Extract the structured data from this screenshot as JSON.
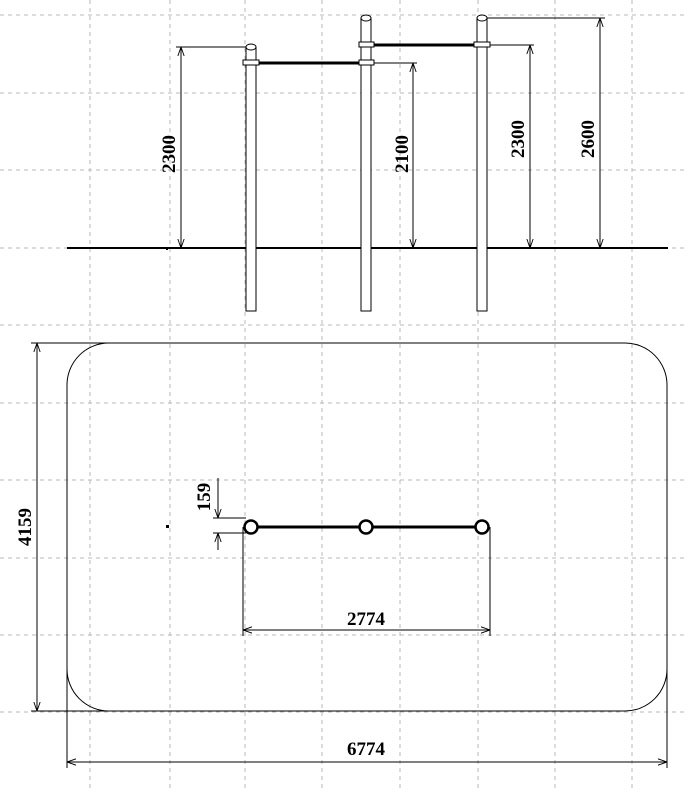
{
  "elevation": {
    "dim_left_post_height": "2300",
    "dim_low_bar_height": "2100",
    "dim_right_post_height": "2300",
    "dim_high_bar_height": "2600"
  },
  "plan": {
    "dim_total_depth": "4159",
    "dim_bar_offset": "159",
    "dim_post_span": "2774",
    "dim_total_width": "6774"
  }
}
